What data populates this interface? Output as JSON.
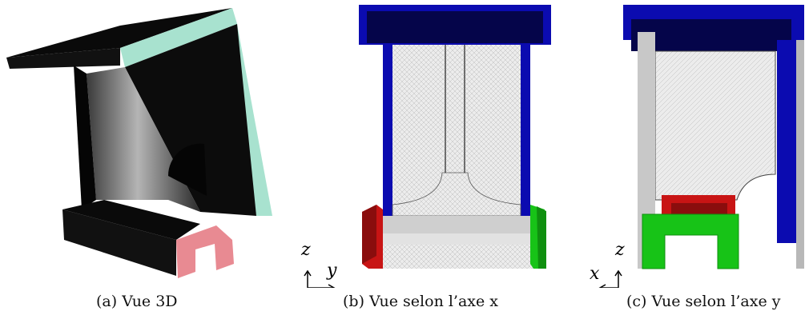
{
  "figure": {
    "panels": [
      {
        "id": "a",
        "caption": "(a) Vue 3D"
      },
      {
        "id": "b",
        "caption": "(b) Vue selon l’axe x",
        "axes": {
          "vertical": "z",
          "horizontal": "y"
        }
      },
      {
        "id": "c",
        "caption": "(c) Vue selon l’axe y",
        "axes": {
          "vertical": "z",
          "horizontal": "x"
        }
      }
    ],
    "colors": {
      "blue_flange": "#0b0bb0",
      "dark_blue": "#05054a",
      "red_support": "#c81414",
      "green_support": "#17c317",
      "mint_face": "#a8e2cf",
      "pink_face": "#e88a92",
      "mesh_gray": "#e6e6e6",
      "solid_black": "#050505"
    }
  }
}
